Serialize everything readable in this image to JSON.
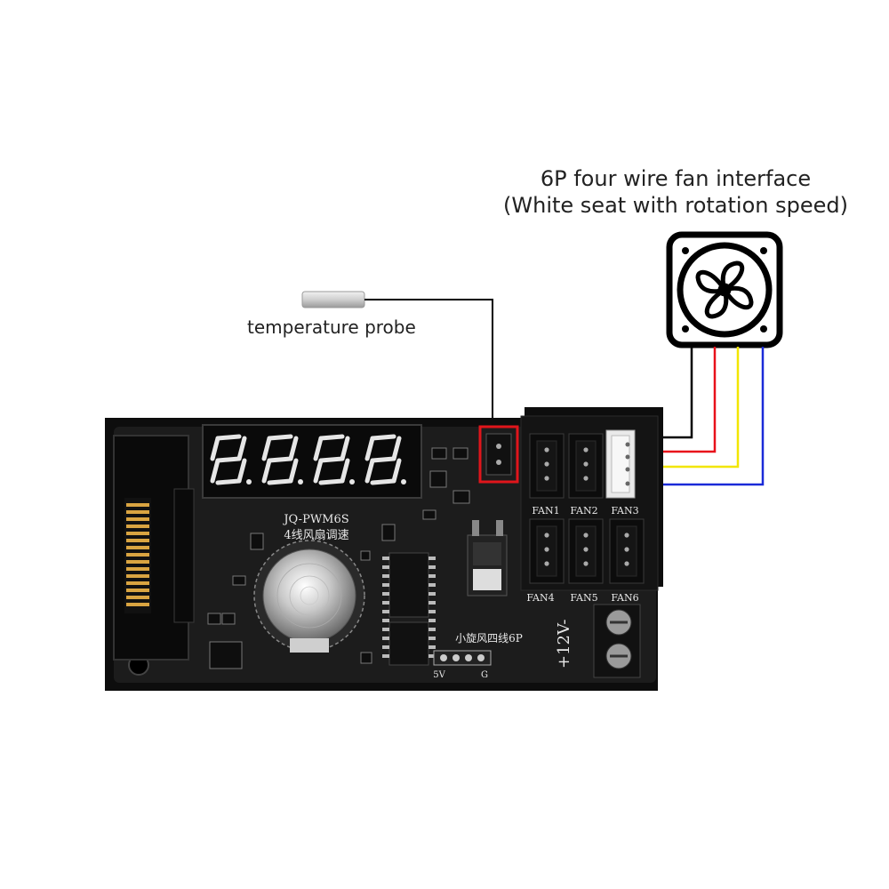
{
  "labels": {
    "fan_title_line1": "6P four wire fan interface",
    "fan_title_line2": "(White seat with rotation speed)",
    "probe": "temperature probe"
  },
  "board": {
    "model": "JQ-PWM6S",
    "subtitle": "4线风扇调速",
    "fan_ports": [
      "FAN1",
      "FAN2",
      "FAN3",
      "FAN4",
      "FAN5",
      "FAN6"
    ],
    "fan6p_label": "小旋风四线6P",
    "power_label": "+12V-",
    "pin_5v": "5V",
    "pin_g": "G"
  },
  "colors": {
    "board": "#1a1a1a",
    "frame": "#0d0d0d",
    "gold": "#d9a441",
    "highlight": "#e0151b",
    "wire_black": "#000000",
    "wire_red": "#e8101a",
    "wire_yellow": "#f2e600",
    "wire_blue": "#1a2ad8"
  },
  "icons": [
    "fan-icon",
    "temperature-probe-icon",
    "knob-icon",
    "seven-segment-display-icon"
  ]
}
